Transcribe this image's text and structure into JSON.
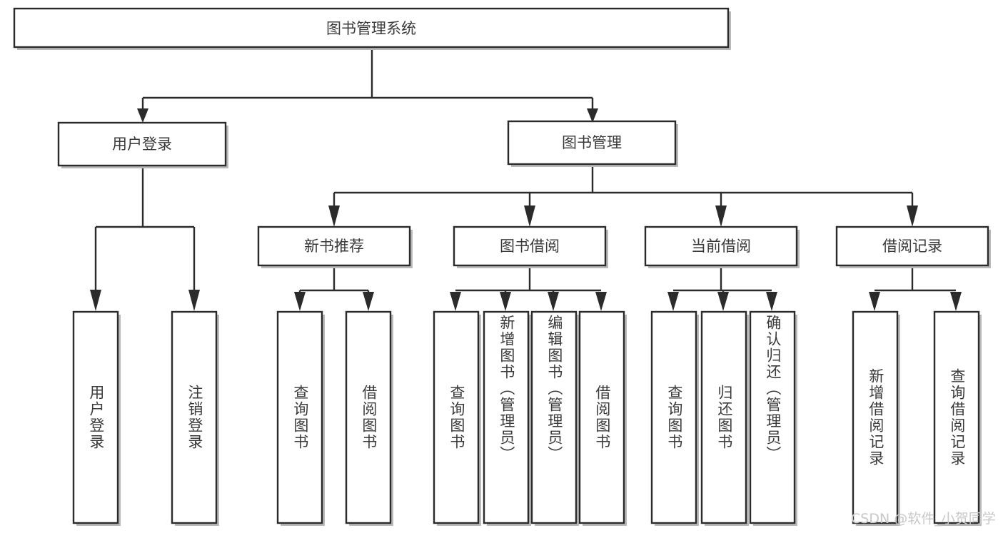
{
  "diagram": {
    "title": "图书管理系统",
    "type": "tree-hierarchy",
    "background_color": "#ffffff",
    "box_stroke_color": "#2b2b2b",
    "text_color": "#3a3a3a",
    "watermark": "CSDN @软件_小贺同学",
    "watermark_color": "#c8c8c8"
  },
  "nodes": {
    "root": {
      "label": "图书管理系统"
    },
    "level1": [
      {
        "id": "user-login",
        "label": "用户登录"
      },
      {
        "id": "book-management",
        "label": "图书管理"
      }
    ],
    "level2": [
      {
        "id": "new-book-recommend",
        "label": "新书推荐",
        "parent": "book-management"
      },
      {
        "id": "book-borrow",
        "label": "图书借阅",
        "parent": "book-management"
      },
      {
        "id": "current-borrow",
        "label": "当前借阅",
        "parent": "book-management"
      },
      {
        "id": "borrow-record",
        "label": "借阅记录",
        "parent": "book-management"
      }
    ],
    "leaves": [
      {
        "id": "leaf-user-login",
        "label": "用户登录",
        "parent": "user-login"
      },
      {
        "id": "leaf-logout-login",
        "label": "注销登录",
        "parent": "user-login"
      },
      {
        "id": "leaf-query-book-1",
        "label": "查询图书",
        "parent": "new-book-recommend"
      },
      {
        "id": "leaf-borrow-book-1",
        "label": "借阅图书",
        "parent": "new-book-recommend"
      },
      {
        "id": "leaf-query-book-2",
        "label": "查询图书",
        "parent": "book-borrow"
      },
      {
        "id": "leaf-add-book",
        "label": "新增图书（管理员）",
        "parent": "book-borrow"
      },
      {
        "id": "leaf-edit-book",
        "label": "编辑图书（管理员）",
        "parent": "book-borrow"
      },
      {
        "id": "leaf-borrow-book-2",
        "label": "借阅图书",
        "parent": "book-borrow"
      },
      {
        "id": "leaf-query-book-3",
        "label": "查询图书",
        "parent": "current-borrow"
      },
      {
        "id": "leaf-return-book",
        "label": "归还图书",
        "parent": "current-borrow"
      },
      {
        "id": "leaf-confirm-return",
        "label": "确认归还（管理员）",
        "parent": "current-borrow"
      },
      {
        "id": "leaf-add-record",
        "label": "新增借阅记录",
        "parent": "borrow-record"
      },
      {
        "id": "leaf-query-record",
        "label": "查询借阅记录",
        "parent": "borrow-record"
      }
    ]
  }
}
